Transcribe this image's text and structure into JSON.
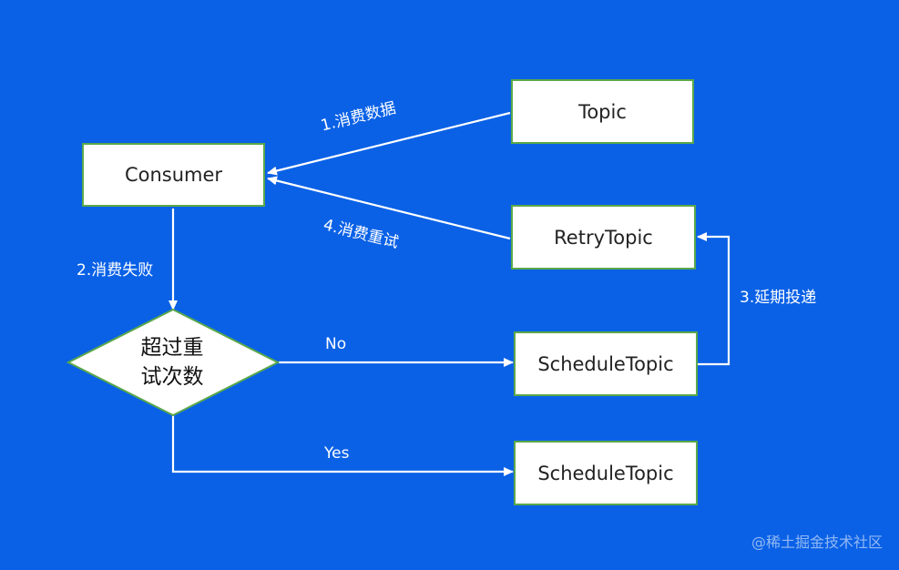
{
  "nodes": {
    "consumer": "Consumer",
    "topic": "Topic",
    "retry_topic": "RetryTopic",
    "schedule_topic_no": "ScheduleTopic",
    "schedule_topic_yes": "ScheduleTopic",
    "decision_line1": "超过重",
    "decision_line2": "试次数"
  },
  "edges": {
    "consume_data": "1.消费数据",
    "consume_fail": "2.消费失败",
    "delayed_delivery": "3.延期投递",
    "consume_retry": "4.消费重试",
    "no": "No",
    "yes": "Yes"
  },
  "watermark": "@稀土掘金技术社区",
  "colors": {
    "background": "#0a61e6",
    "node_fill": "#ffffff",
    "node_border": "#5aa84a",
    "edge": "#ffffff"
  }
}
